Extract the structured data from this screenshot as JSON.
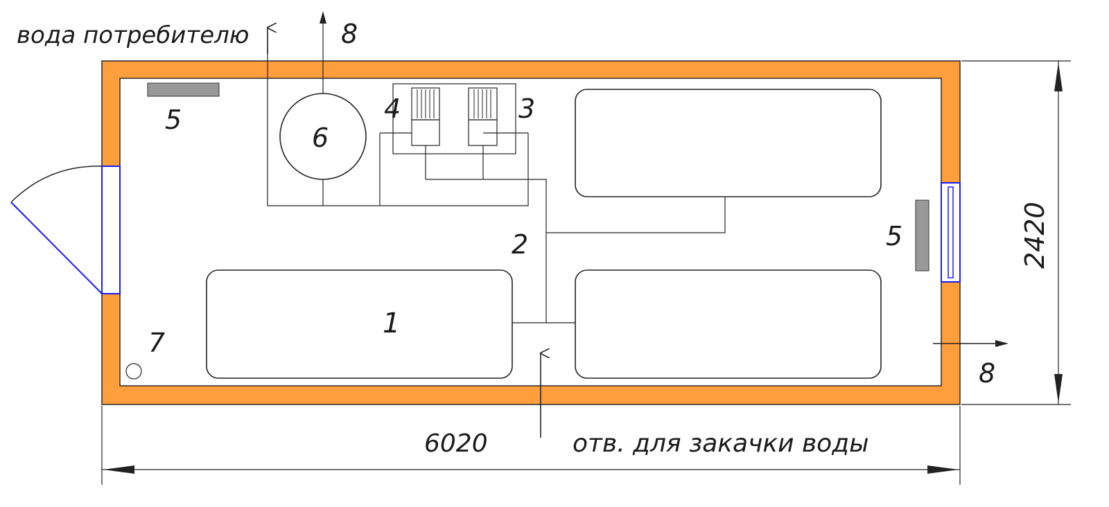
{
  "colors": {
    "wall": "#FF9E3D",
    "wall_edge": "#2a2a2a",
    "window": "#1a1aff",
    "heater": "#999999",
    "line": "#222222"
  },
  "labels": {
    "water_to_consumer": "вода потребителю",
    "water_intake": "отв. для закачки воды",
    "length_dim": "6020",
    "width_dim": "2420",
    "tank_1": "1",
    "pipe_2": "2",
    "filter_3": "3",
    "filter_4": "4",
    "heater_5_left": "5",
    "heater_5_right": "5",
    "tank_6": "6",
    "drain_7": "7",
    "vent_8_top": "8",
    "vent_8_right": "8"
  }
}
